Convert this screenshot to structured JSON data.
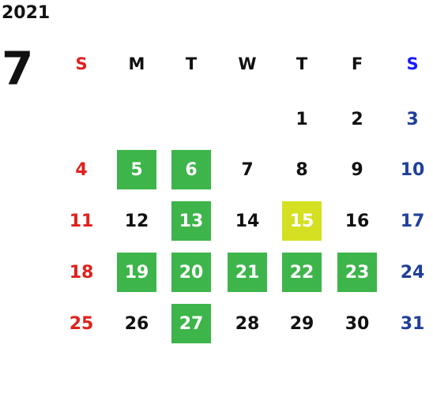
{
  "year": "2021",
  "month": "7",
  "weekdays": [
    "S",
    "M",
    "T",
    "W",
    "T",
    "F",
    "S"
  ],
  "first_weekday": 4,
  "days_in_month": 31,
  "colors": {
    "sunday": "#e0201c",
    "saturday": "#1f3f99",
    "weekday": "#111111",
    "sat_header": "#1a1aff",
    "highlight_green": "#3db54a",
    "highlight_yellow": "#d4e021",
    "highlight_text": "#ffffff"
  },
  "highlights": {
    "green": [
      5,
      6,
      13,
      19,
      20,
      21,
      22,
      23,
      27
    ],
    "yellow": [
      15
    ]
  }
}
